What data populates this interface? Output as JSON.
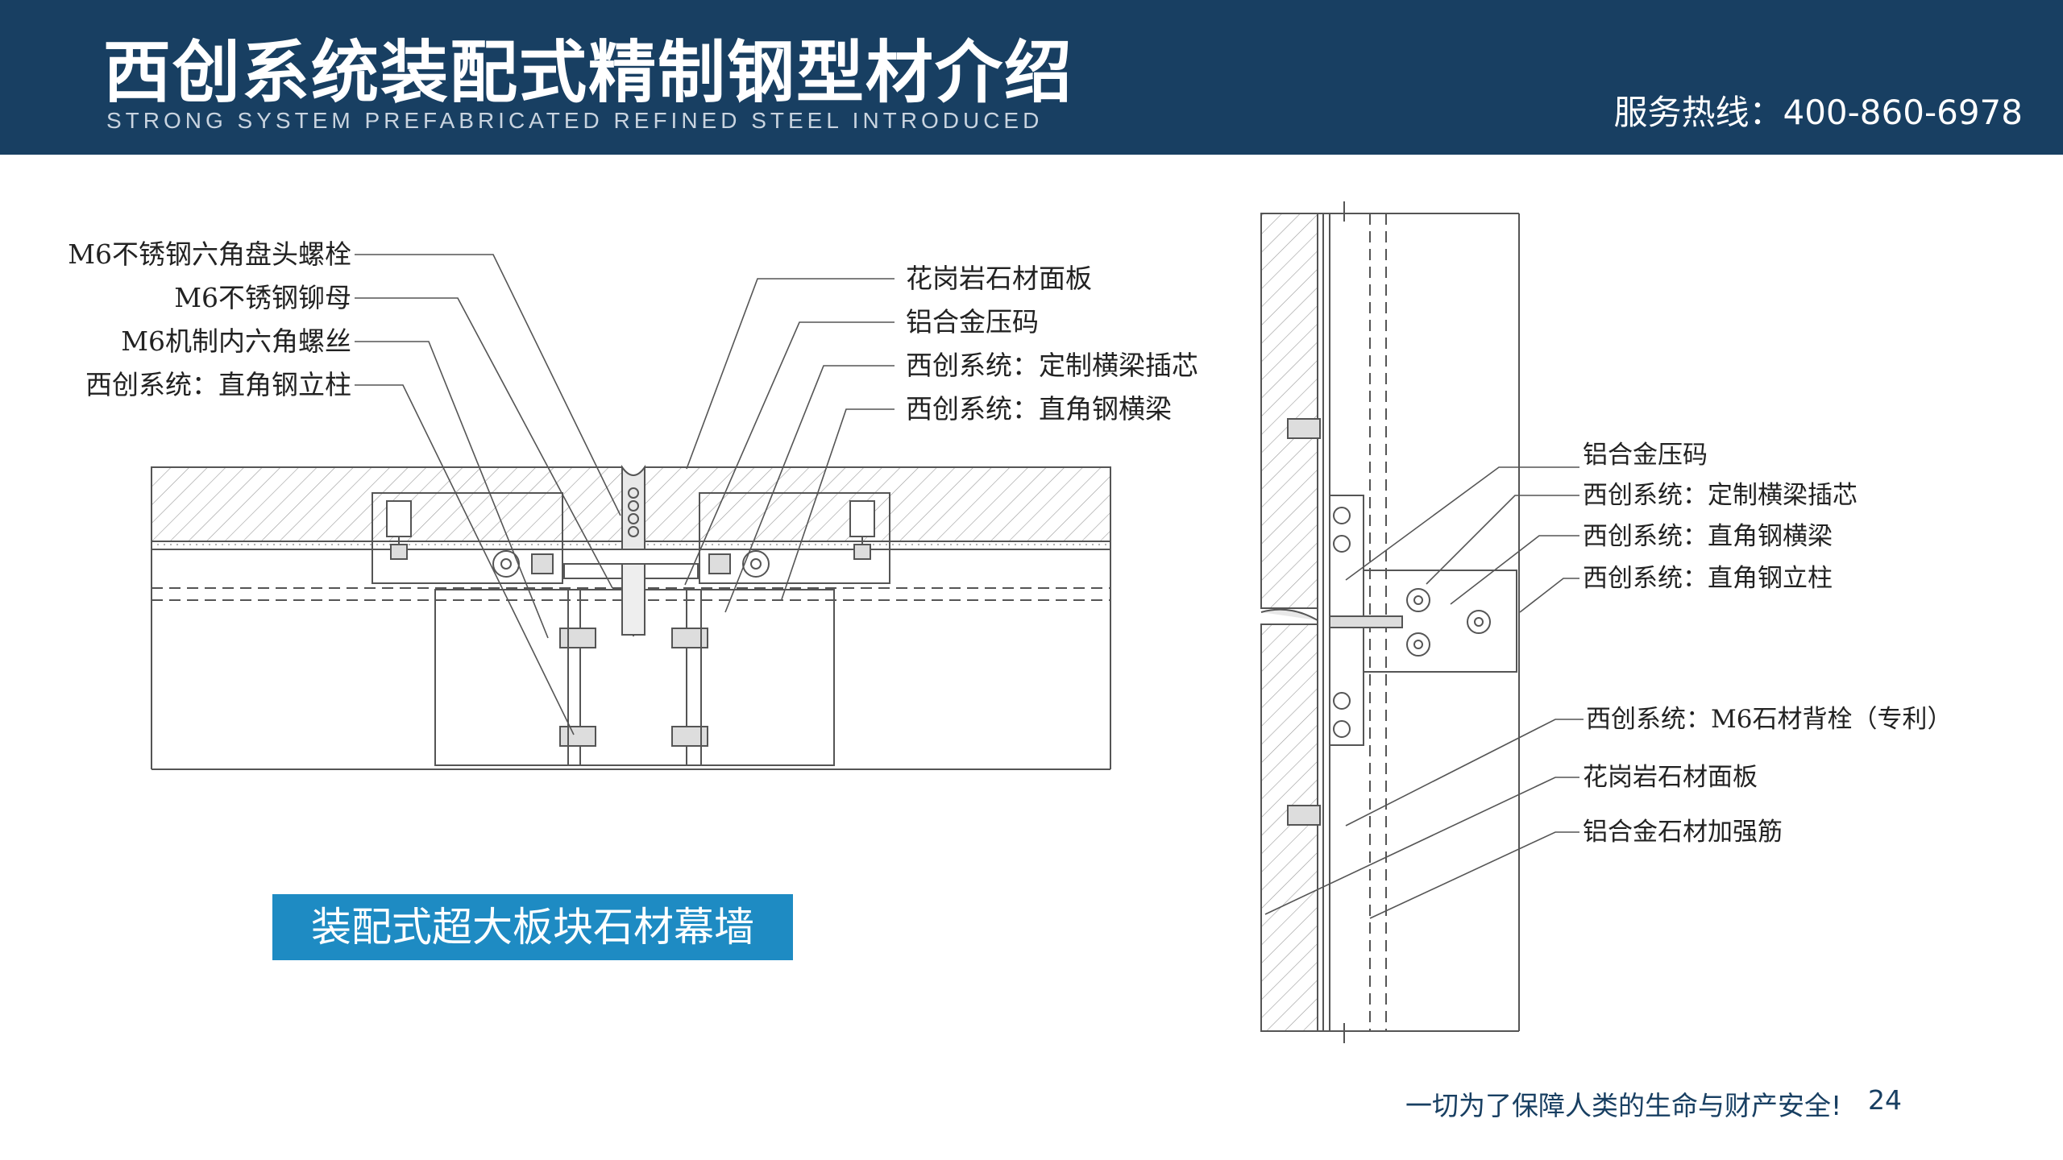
{
  "header": {
    "title": "西创系统装配式精制钢型材介绍",
    "subtitle": "STRONG SYSTEM PREFABRICATED REFINED STEEL INTRODUCED",
    "hotline": "服务热线：400-860-6978",
    "bg_color": "#183f62"
  },
  "plan_view": {
    "left_labels": [
      "M6不锈钢六角盘头螺栓",
      "M6不锈钢铆母",
      "M6机制内六角螺丝",
      "西创系统：直角钢立柱"
    ],
    "right_labels": [
      "花岗岩石材面板",
      "铝合金压码",
      "西创系统：定制横梁插芯",
      "西创系统：直角钢横梁"
    ]
  },
  "section_view": {
    "labels": [
      "铝合金压码",
      "西创系统：定制横梁插芯",
      "西创系统：直角钢横梁",
      "西创系统：直角钢立柱",
      "西创系统：M6石材背栓（专利）",
      "花岗岩石材面板",
      "铝合金石材加强筋"
    ]
  },
  "caption": {
    "text": "装配式超大板块石材幕墙",
    "bg_color": "#1e8bc3"
  },
  "footer": {
    "slogan": "一切为了保障人类的生命与财产安全!",
    "page_number": "24"
  }
}
